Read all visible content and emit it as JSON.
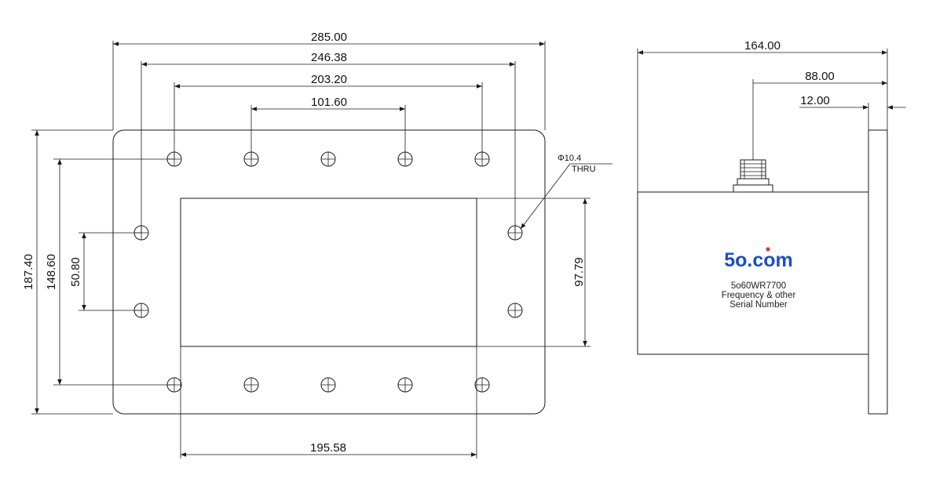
{
  "front_view": {
    "dims": {
      "overall_width": "285.00",
      "bolt_span_outer": "246.38",
      "bolt_span_mid": "203.20",
      "bolt_span_inner": "101.60",
      "overall_height": "187.40",
      "bolt_height": "148.60",
      "side_bolt_pitch": "50.80",
      "aperture_height": "97.79",
      "aperture_width": "195.58"
    },
    "hole_callout": {
      "diameter": "Φ10.4",
      "type": "THRU"
    }
  },
  "side_view": {
    "dims": {
      "overall_length": "164.00",
      "connector_offset": "88.00",
      "flange_thickness": "12.00"
    },
    "label": {
      "brand": "5o.com",
      "model": "5o60WR7700",
      "line2": "Frequency & other",
      "line3": "Serial Number"
    },
    "colors": {
      "brand": "#1f4fb8",
      "brand_dot": "#d93a2b"
    }
  }
}
